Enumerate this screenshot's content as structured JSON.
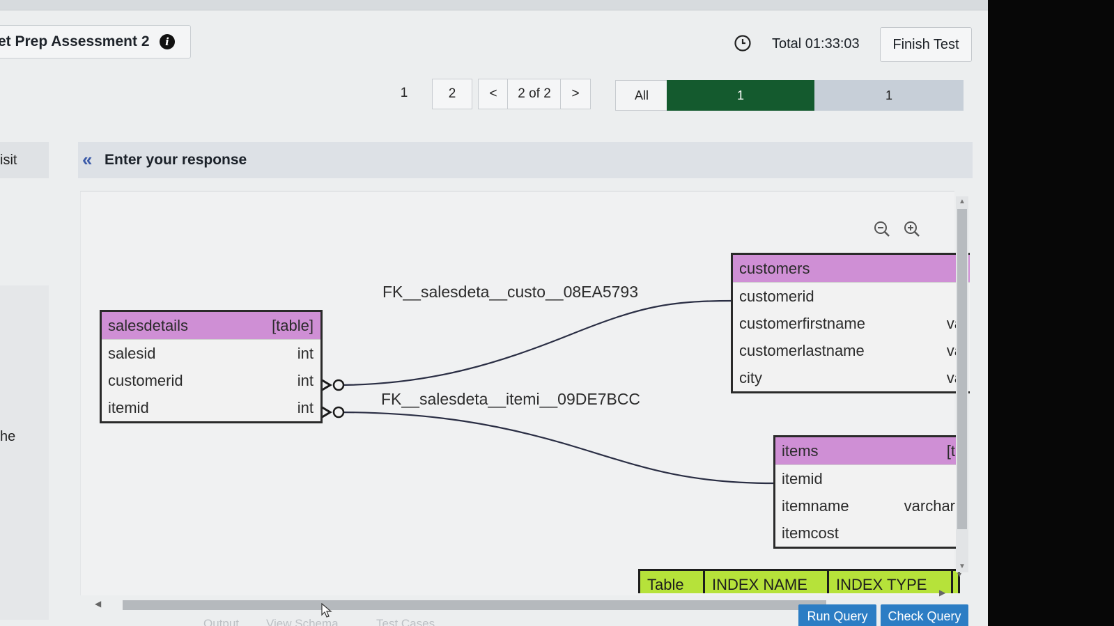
{
  "header": {
    "title": "et Prep Assessment 2",
    "info_icon": "info-icon",
    "timer": "Total 01:33:03",
    "finish_button": "Finish Test"
  },
  "pagination": {
    "pages": [
      "1",
      "2"
    ],
    "prev": "<",
    "status": "2 of 2",
    "next": ">"
  },
  "filter": {
    "all": "All",
    "answered_count": "1",
    "remaining_count": "1",
    "answered_color": "#145a2e",
    "remaining_color": "#c7cfd8"
  },
  "left_panel": {
    "tab_fragment": "isit",
    "text_fragment": "he"
  },
  "response": {
    "collapse_icon": "double-chevron-left-icon",
    "title": "Enter your response"
  },
  "toolbar": {
    "zoom_out": "zoom-out-icon",
    "zoom_in": "zoom-in-icon"
  },
  "schema": {
    "header_color": "#cf8fd5",
    "salesdetails": {
      "name": "salesdetails",
      "kind": "[table]",
      "columns": [
        {
          "name": "salesid",
          "type": "int"
        },
        {
          "name": "customerid",
          "type": "int"
        },
        {
          "name": "itemid",
          "type": "int"
        }
      ]
    },
    "customers": {
      "name": "customers",
      "columns": [
        {
          "name": "customerid",
          "type": ""
        },
        {
          "name": "customerfirstname",
          "type": "va"
        },
        {
          "name": "customerlastname",
          "type": "va"
        },
        {
          "name": "city",
          "type": "va"
        }
      ]
    },
    "items": {
      "name": "items",
      "kind": "[t",
      "columns": [
        {
          "name": "itemid",
          "type": ""
        },
        {
          "name": "itemname",
          "type": "varchar"
        },
        {
          "name": "itemcost",
          "type": ""
        }
      ]
    },
    "relations": [
      {
        "name": "FK__salesdeta__custo__08EA5793"
      },
      {
        "name": "FK__salesdeta__itemi__09DE7BCC"
      }
    ]
  },
  "index_table": {
    "columns": [
      "Table",
      "INDEX NAME",
      "INDEX TYPE"
    ],
    "color": "#b6e23a"
  },
  "actions": {
    "run": "Run Query",
    "check": "Check Query"
  },
  "bottom_tabs": [
    "Output",
    "View Schema",
    "Test Cases"
  ]
}
